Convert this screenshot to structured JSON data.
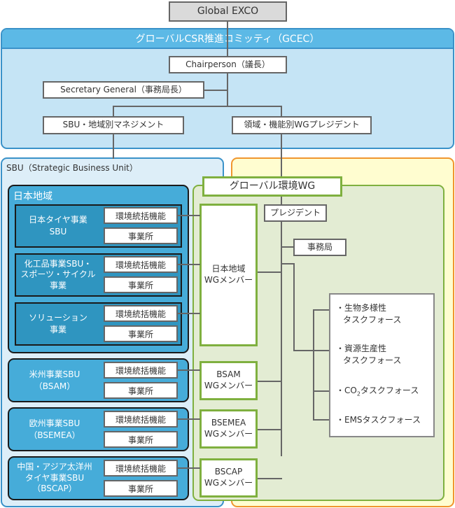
{
  "top": {
    "exco": "Global EXCO"
  },
  "gcec": {
    "title": "グローバルCSR推進コミッティ（GCEC）",
    "chairperson": "Chairperson（議長）",
    "secretary": "Secretary General（事務局長）",
    "sbu_mgmt": "SBU・地域別マネジメント",
    "wg_president": "領域・機能別WGプレジデント"
  },
  "sbu_area": {
    "title": "SBU（Strategic Business Unit）",
    "japan_region": "日本地域",
    "units": [
      {
        "name_l1": "日本タイヤ事業",
        "name_l2": "SBU",
        "name_l3": "",
        "func": "環境統括機能",
        "office": "事業所"
      },
      {
        "name_l1": "化工品事業SBU・",
        "name_l2": "スポーツ・サイクル",
        "name_l3": "事業",
        "func": "環境統括機能",
        "office": "事業所"
      },
      {
        "name_l1": "ソリューション",
        "name_l2": "事業",
        "name_l3": "",
        "func": "環境統括機能",
        "office": "事業所"
      },
      {
        "name_l1": "米州事業SBU",
        "name_l2": "（BSAM）",
        "name_l3": "",
        "func": "環境統括機能",
        "office": "事業所"
      },
      {
        "name_l1": "欧州事業SBU",
        "name_l2": "（BSEMEA）",
        "name_l3": "",
        "func": "環境統括機能",
        "office": "事業所"
      },
      {
        "name_l1": "中国・アジア太洋州",
        "name_l2": "タイヤ事業SBU",
        "name_l3": "（BSCAP）",
        "func": "環境統括機能",
        "office": "事業所"
      }
    ]
  },
  "wg": {
    "title": "グローバル環境WG",
    "president": "プレジデント",
    "secretariat": "事務局",
    "members": [
      {
        "l1": "日本地域",
        "l2": "WGメンバー"
      },
      {
        "l1": "BSAM",
        "l2": "WGメンバー"
      },
      {
        "l1": "BSEMEA",
        "l2": "WGメンバー"
      },
      {
        "l1": "BSCAP",
        "l2": "WGメンバー"
      }
    ],
    "task_forces": [
      {
        "l1": "・生物多様性",
        "l2": "タスクフォース"
      },
      {
        "l1": "・資源生産性",
        "l2": "タスクフォース"
      },
      {
        "l1": "・CO",
        "sub": "2",
        "l2": "タスクフォース"
      },
      {
        "l1": "・EMSタスクフォース",
        "l2": ""
      }
    ]
  },
  "colors": {
    "gcec_border": "#3a92c9",
    "gcec_header": "#5cb9e6",
    "gcec_bg": "#c5e4f5",
    "region_blue": "#46acd9",
    "sbu_blue": "#2f95c0",
    "wg_green": "#7fb03f",
    "wg_bg": "#e3ecd3",
    "orange": "#f0962e",
    "orange_bg": "#fffdd0"
  }
}
